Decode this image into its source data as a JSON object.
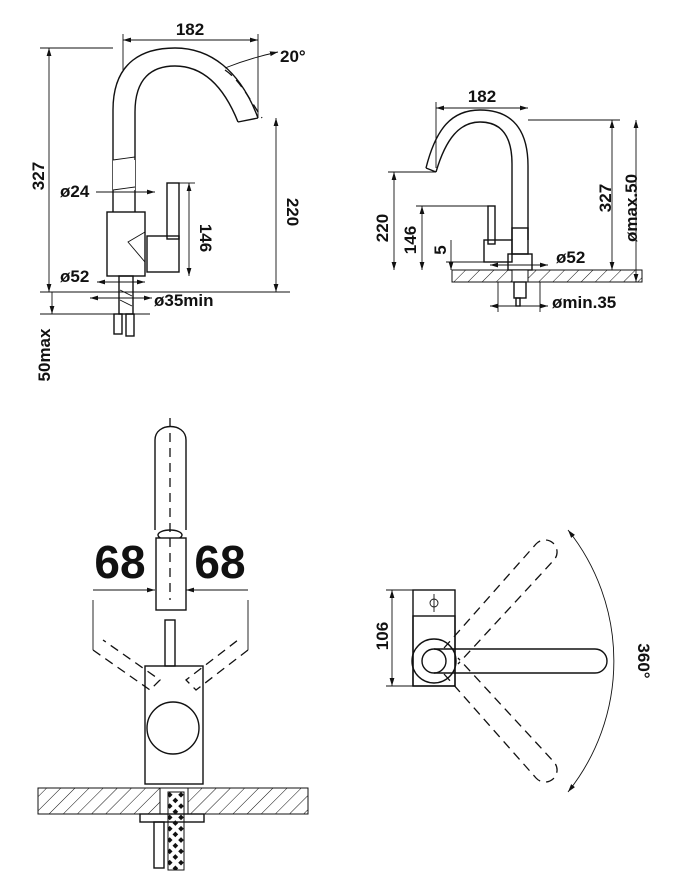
{
  "side_view": {
    "width": "182",
    "angle": "20°",
    "total_height": "327",
    "spout_height": "220",
    "lever_height": "146",
    "lever_diameter": "ø24",
    "base_diameter": "ø52",
    "hole_diameter": "ø35min",
    "thickness": "50max"
  },
  "side_view_2": {
    "width": "182",
    "total_height": "327",
    "spout_height": "220",
    "lever_height": "146",
    "base_offset": "5",
    "base_diameter": "ø52",
    "hole_diameter": "ømin.35",
    "max_hole": "ømax.50"
  },
  "front_view": {
    "left_swing": "68",
    "right_swing": "68"
  },
  "top_view": {
    "depth": "106",
    "rotation": "360°"
  }
}
